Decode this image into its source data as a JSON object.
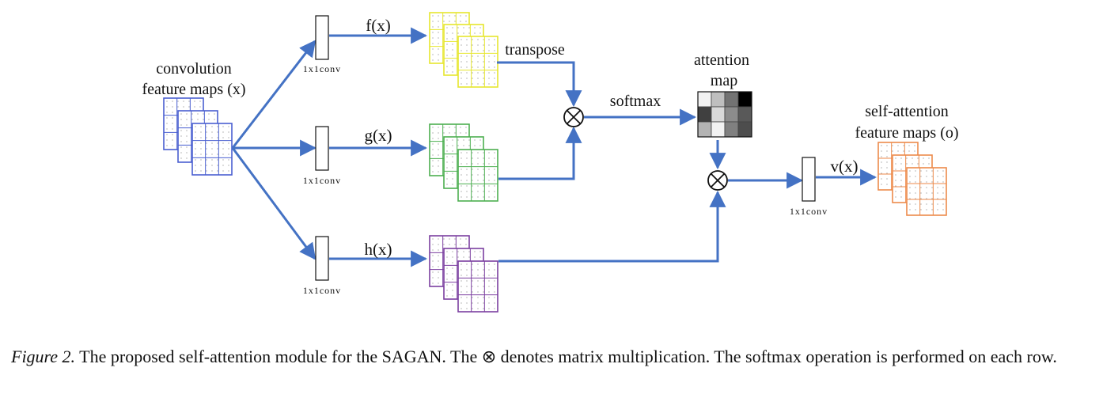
{
  "labels": {
    "input": [
      "convolution",
      "feature maps (x)"
    ],
    "f": "f(x)",
    "g": "g(x)",
    "h": "h(x)",
    "v": "v(x)",
    "transpose": "transpose",
    "softmax": "softmax",
    "attention": [
      "attention",
      "map"
    ],
    "output": [
      "self-attention",
      "feature maps (o)"
    ],
    "conv": "1x1conv"
  },
  "caption": {
    "figure": "Figure 2.",
    "text": "The proposed self-attention module for the SAGAN. The ⊗ denotes matrix multiplication. The softmax operation is performed on each row."
  },
  "colors": {
    "arrow": "#4472c4",
    "input": "#4a5fd0",
    "f": "#e6e62e",
    "g": "#4caf50",
    "h": "#7b3fa0",
    "output": "#ed8a4b"
  },
  "attention_map": [
    [
      0.95,
      0.75,
      0.45,
      0.0
    ],
    [
      0.25,
      0.85,
      0.55,
      0.35
    ],
    [
      0.7,
      0.95,
      0.5,
      0.3
    ]
  ]
}
